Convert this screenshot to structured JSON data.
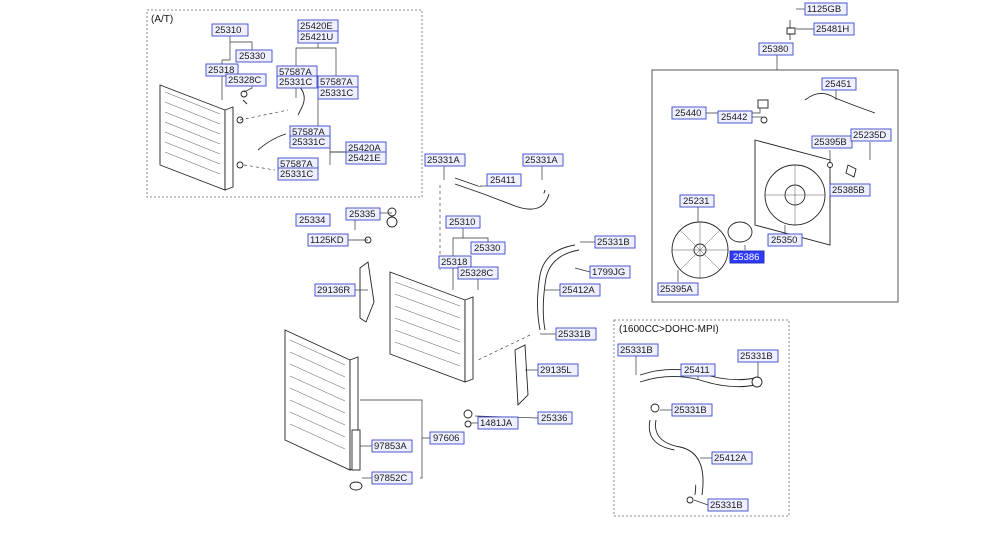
{
  "frames": {
    "at": "(A/T)",
    "dohc": "(1600CC>DOHC-MPI)"
  },
  "part_labels": [
    {
      "id": "at-25310",
      "text": "25310"
    },
    {
      "id": "at-25330",
      "text": "25330"
    },
    {
      "id": "at-25318",
      "text": "25318"
    },
    {
      "id": "at-25328c",
      "text": "25328C"
    },
    {
      "id": "at-25420e",
      "text": "25420E"
    },
    {
      "id": "at-25421u",
      "text": "25421U"
    },
    {
      "id": "at-57587a-1",
      "text": "57587A"
    },
    {
      "id": "at-25331c-1",
      "text": "25331C"
    },
    {
      "id": "at-57587a-2",
      "text": "57587A"
    },
    {
      "id": "at-25331c-2",
      "text": "25331C"
    },
    {
      "id": "at-57587a-3",
      "text": "57587A"
    },
    {
      "id": "at-25331c-3",
      "text": "25331C"
    },
    {
      "id": "at-25420a",
      "text": "25420A"
    },
    {
      "id": "at-25421e",
      "text": "25421E"
    },
    {
      "id": "at-57587a-4",
      "text": "57587A"
    },
    {
      "id": "at-25331c-4",
      "text": "25331C"
    },
    {
      "id": "m-25331a-1",
      "text": "25331A"
    },
    {
      "id": "m-25331a-2",
      "text": "25331A"
    },
    {
      "id": "m-25411",
      "text": "25411"
    },
    {
      "id": "m-25335",
      "text": "25335"
    },
    {
      "id": "m-25334",
      "text": "25334"
    },
    {
      "id": "m-1125kd",
      "text": "1125KD"
    },
    {
      "id": "m-25310",
      "text": "25310"
    },
    {
      "id": "m-25330",
      "text": "25330"
    },
    {
      "id": "m-25318",
      "text": "25318"
    },
    {
      "id": "m-25328c",
      "text": "25328C"
    },
    {
      "id": "m-25331b-1",
      "text": "25331B"
    },
    {
      "id": "m-1799jg",
      "text": "1799JG"
    },
    {
      "id": "m-25412a",
      "text": "25412A"
    },
    {
      "id": "m-29136r",
      "text": "29136R"
    },
    {
      "id": "m-25331b-2",
      "text": "25331B"
    },
    {
      "id": "m-29135l",
      "text": "29135L"
    },
    {
      "id": "m-25336",
      "text": "25336"
    },
    {
      "id": "m-1481ja",
      "text": "1481JA"
    },
    {
      "id": "m-97606",
      "text": "97606"
    },
    {
      "id": "m-97853a",
      "text": "97853A"
    },
    {
      "id": "m-97852c",
      "text": "97852C"
    },
    {
      "id": "f-1125gb",
      "text": "1125GB"
    },
    {
      "id": "f-25481h",
      "text": "25481H"
    },
    {
      "id": "f-25380",
      "text": "25380"
    },
    {
      "id": "f-25451",
      "text": "25451"
    },
    {
      "id": "f-25440",
      "text": "25440"
    },
    {
      "id": "f-25442",
      "text": "25442"
    },
    {
      "id": "f-25395b",
      "text": "25395B"
    },
    {
      "id": "f-25235d",
      "text": "25235D"
    },
    {
      "id": "f-25385b",
      "text": "25385B"
    },
    {
      "id": "f-25231",
      "text": "25231"
    },
    {
      "id": "f-25386",
      "text": "25386"
    },
    {
      "id": "f-25350",
      "text": "25350"
    },
    {
      "id": "f-25395a",
      "text": "25395A"
    },
    {
      "id": "d-25331b-1",
      "text": "25331B"
    },
    {
      "id": "d-25331b-2",
      "text": "25331B"
    },
    {
      "id": "d-25411",
      "text": "25411"
    },
    {
      "id": "d-25331b-3",
      "text": "25331B"
    },
    {
      "id": "d-25412a",
      "text": "25412A"
    },
    {
      "id": "d-25331b-4",
      "text": "25331B"
    }
  ],
  "highlighted": "f-25386"
}
